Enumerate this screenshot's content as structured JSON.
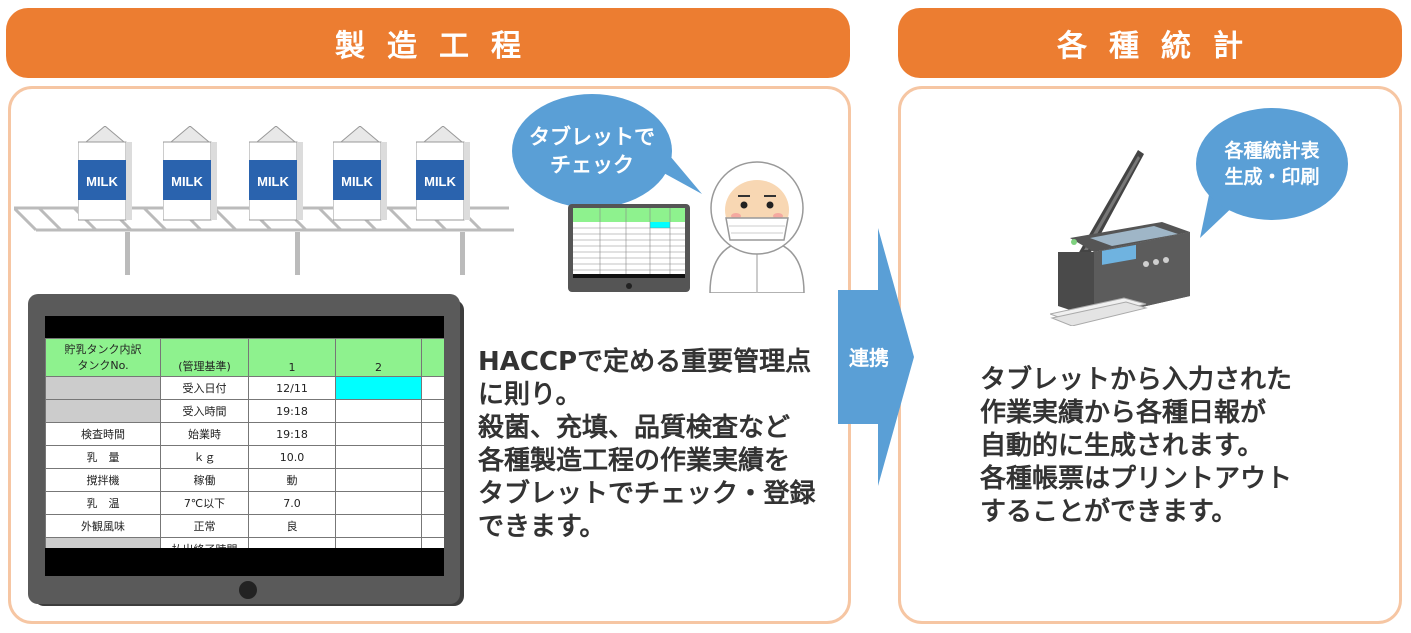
{
  "headers": {
    "left": "製造工程",
    "right": "各種統計"
  },
  "bubbles": {
    "left": [
      "タブレットで",
      "チェック"
    ],
    "right": [
      "各種統計表",
      "生成・印刷"
    ]
  },
  "arrow_label": "連携",
  "milk_label": "MILK",
  "milk_cartons": 5,
  "left_text": [
    "HACCPで定める重要管理点",
    "に則り。",
    "殺菌、充填、品質検査など",
    "各種製造工程の作業実績を",
    "タブレットでチェック・登録",
    "できます。"
  ],
  "right_text": [
    "タブレットから入力された",
    "作業実績から各種日報が",
    "自動的に生成されます。",
    "各種帳票はプリントアウト",
    "することができます。"
  ],
  "tablet_table": {
    "header": [
      "貯乳タンク内訳",
      "タンクNo.",
      "(管理基準)",
      "1",
      "2",
      ""
    ],
    "rows": [
      [
        "",
        "受入日付",
        "12/11",
        ""
      ],
      [
        "",
        "受入時間",
        "19:18",
        ""
      ],
      [
        "検査時間",
        "始業時",
        "19:18",
        ""
      ],
      [
        "乳　量",
        "ｋｇ",
        "10.0",
        ""
      ],
      [
        "撹拌機",
        "稼働",
        "動",
        ""
      ],
      [
        "乳　温",
        "7℃以下",
        "7.0",
        ""
      ],
      [
        "外観風味",
        "正常",
        "良",
        ""
      ],
      [
        "",
        "払出終了時間",
        "",
        ""
      ]
    ]
  },
  "colors": {
    "header": "#ec7d31",
    "panel_border": "#f6c6a3",
    "bubble": "#5a9fd6",
    "arrow": "#5a9fd6",
    "table_header": "#8ef28e",
    "highlight": "#00ffff"
  },
  "icons": [
    "milk-carton-icon",
    "conveyor-icon",
    "worker-icon",
    "small-tablet-icon",
    "tablet-icon",
    "printer-icon",
    "arrow-icon"
  ]
}
